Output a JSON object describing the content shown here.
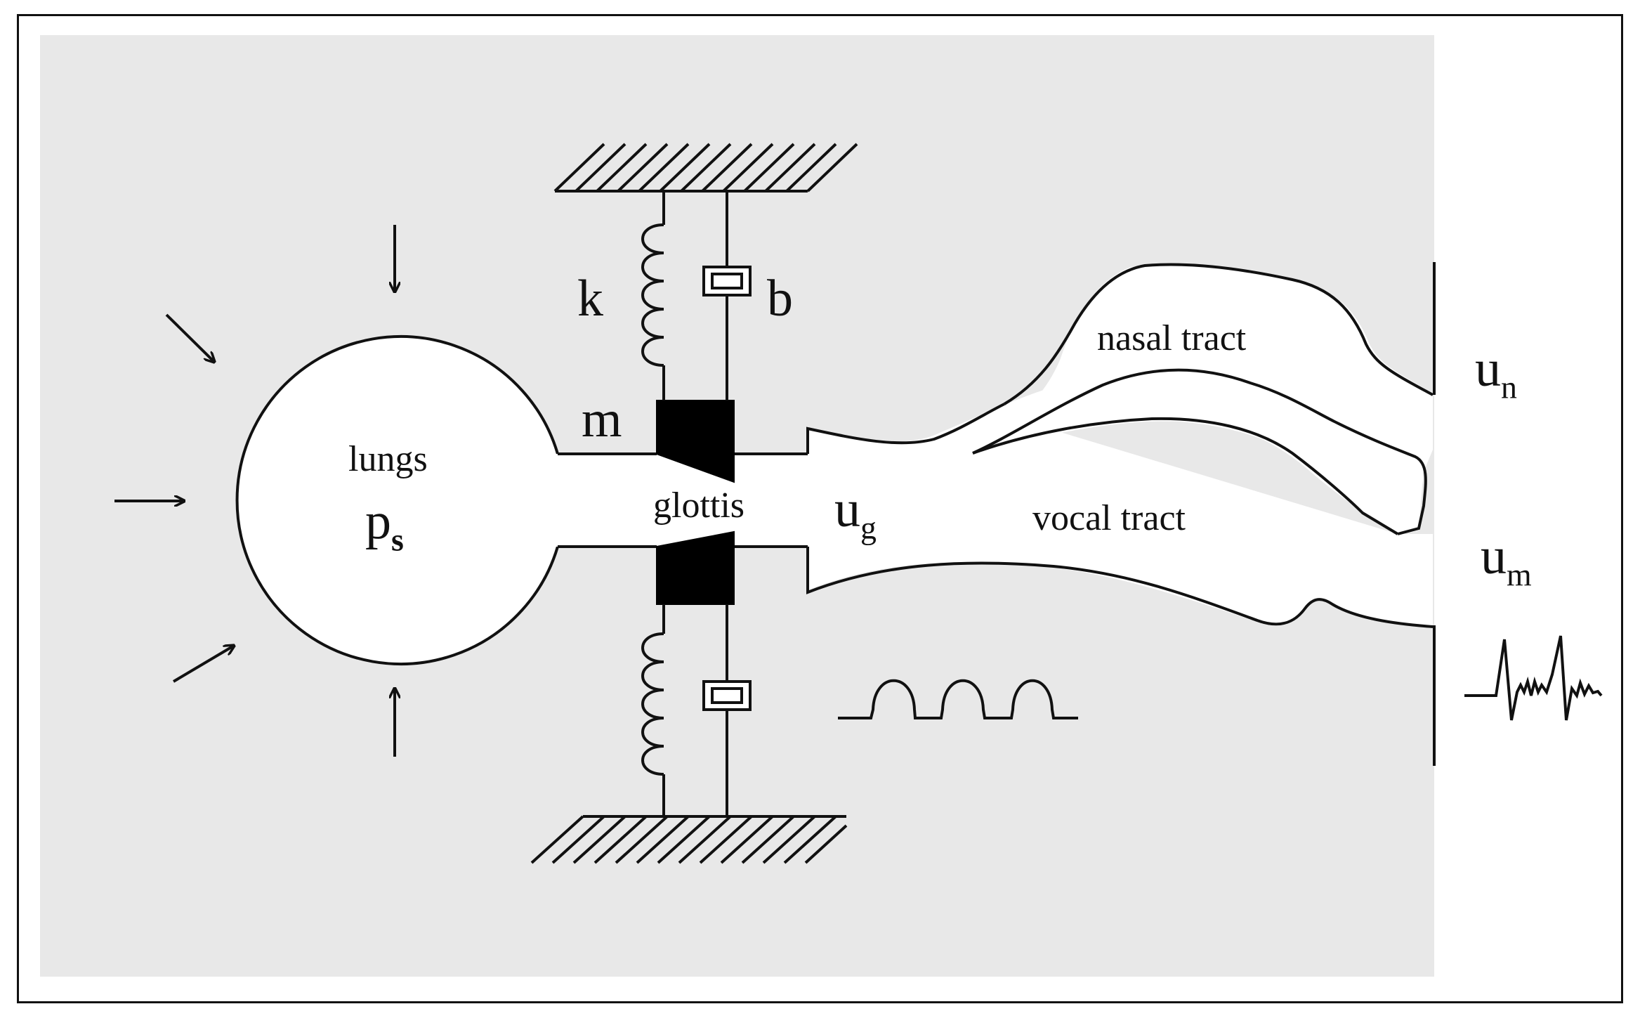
{
  "labels": {
    "lungs": "lungs",
    "p_main": "p",
    "p_sub": "s",
    "k": "k",
    "b": "b",
    "m": "m",
    "glottis": "glottis",
    "ug_main": "u",
    "ug_sub": "g",
    "nasal_tract": "nasal tract",
    "vocal_tract": "vocal tract",
    "un_main": "u",
    "un_sub": "n",
    "um_main": "u",
    "um_sub": "m"
  },
  "colors": {
    "background": "#ffffff",
    "panel": "#e8e8e8",
    "stroke": "#111111",
    "mass": "#000000",
    "cavity": "#ffffff"
  },
  "icons": {
    "compression_arrows": "arrow-icon",
    "spring": "spring-icon",
    "damper": "damper-icon",
    "ground": "hatched-ground-icon"
  }
}
